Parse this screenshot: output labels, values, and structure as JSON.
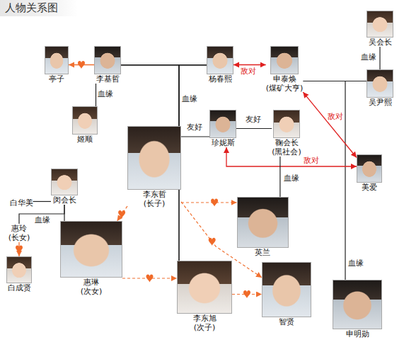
{
  "diagram": {
    "title": "人物关系图",
    "nodes": [
      {
        "text": [
          "亭子"
        ]
      },
      {
        "text": [
          "李基哲"
        ]
      },
      {
        "text": [
          "姬顺"
        ]
      },
      {
        "text": [
          "杨春熙"
        ]
      },
      {
        "text": [
          "申泰焕",
          "(煤矿大亨)"
        ]
      },
      {
        "text": [
          "吴会长"
        ]
      },
      {
        "text": [
          "吴尹熙"
        ]
      },
      {
        "text": [
          "珍妮斯"
        ]
      },
      {
        "text": [
          "鞠会长",
          "(黑社会)"
        ]
      },
      {
        "text": [
          "李东哲",
          "(长子)"
        ]
      },
      {
        "text": [
          "美爱"
        ]
      },
      {
        "text": [
          "闵会长"
        ]
      },
      {
        "text": [
          "白华美"
        ]
      },
      {
        "text": [
          "惠玲",
          "(长女)"
        ]
      },
      {
        "text": [
          "白成贤"
        ]
      },
      {
        "text": [
          "惠琳",
          "(次女)"
        ]
      },
      {
        "text": [
          "英兰"
        ]
      },
      {
        "text": [
          "李东旭",
          "(次子)"
        ]
      },
      {
        "text": [
          "智贤"
        ]
      },
      {
        "text": [
          "申明勋"
        ]
      }
    ],
    "edges": [
      {
        "from": 1,
        "to": 0,
        "arrow": "to"
      },
      {
        "from": 1,
        "to": 2,
        "label": "血缘",
        "arrow": "none"
      },
      {
        "from": 1,
        "to": 3,
        "arrow": "none"
      },
      {
        "from": 1,
        "to": 9,
        "label": "血缘",
        "arrow": "none"
      },
      {
        "from": 3,
        "to": 9,
        "arrow": "none"
      },
      {
        "from": 1,
        "to": 17,
        "arrow": "none"
      },
      {
        "from": 3,
        "to": 17,
        "arrow": "none"
      },
      {
        "from": 3,
        "to": 4,
        "label": "敌对",
        "arrow": "both"
      },
      {
        "from": 4,
        "to": 6,
        "arrow": "none"
      },
      {
        "from": 5,
        "to": 6,
        "label": "血缘",
        "arrow": "none"
      },
      {
        "from": 6,
        "to": 19,
        "label": "血缘",
        "arrow": "none"
      },
      {
        "from": 4,
        "to": 10,
        "label": "敌对",
        "arrow": "both"
      },
      {
        "from": 7,
        "to": 8,
        "label": "友好",
        "arrow": "none"
      },
      {
        "from": 9,
        "to": 7,
        "label": "友好",
        "arrow": "none"
      },
      {
        "from": 7,
        "to": 10,
        "label": "敌对",
        "arrow": "both"
      },
      {
        "from": 8,
        "to": 16,
        "label": "血缘",
        "arrow": "none"
      },
      {
        "from": 9,
        "to": 16,
        "arrow": "to"
      },
      {
        "from": 9,
        "to": 18,
        "arrow": "to"
      },
      {
        "from": 9,
        "to": 15,
        "arrow": "to"
      },
      {
        "from": 15,
        "to": 17,
        "arrow": "to"
      },
      {
        "from": 17,
        "to": 18,
        "arrow": "to"
      },
      {
        "from": 11,
        "to": 12,
        "arrow": "none"
      },
      {
        "from": 11,
        "to": 13,
        "label": "血缘",
        "arrow": "none"
      },
      {
        "from": 11,
        "to": 15,
        "arrow": "none"
      },
      {
        "from": 13,
        "to": 14,
        "arrow": "to"
      }
    ]
  }
}
